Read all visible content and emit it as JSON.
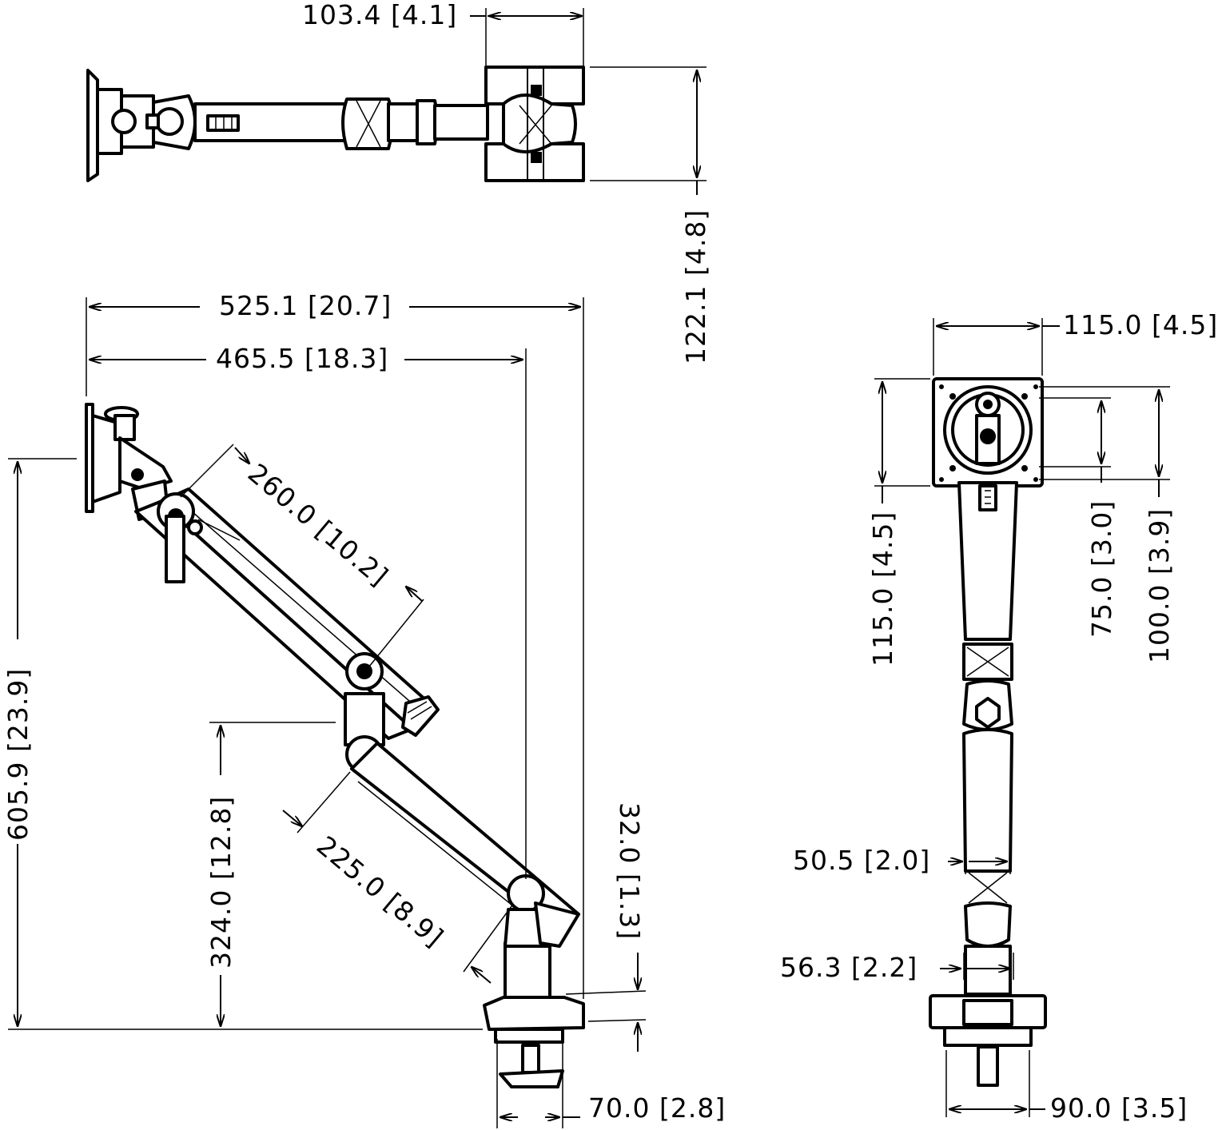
{
  "top_view": {
    "arm_depth": "103.4 [4.1]",
    "clamp_width": "122.1 [4.8]"
  },
  "side_view": {
    "overall_reach": "525.1 [20.7]",
    "pole_reach": "465.5 [18.3]",
    "upper_arm_length": "260.0 [10.2]",
    "lower_arm_length": "225.0 [8.9]",
    "max_height": "605.9 [23.9]",
    "lower_arm_height": "324.0 [12.8]",
    "clamp_plate_thickness": "32.0 [1.3]",
    "clamp_base_width": "70.0 [2.8]"
  },
  "front_view": {
    "plate_width": "115.0 [4.5]",
    "plate_height": "115.0 [4.5]",
    "vesa_75": "75.0 [3.0]",
    "vesa_100": "100.0 [3.9]",
    "arm_width": "50.5 [2.0]",
    "pole_width": "56.3 [2.2]",
    "clamp_width": "90.0 [3.5]"
  }
}
